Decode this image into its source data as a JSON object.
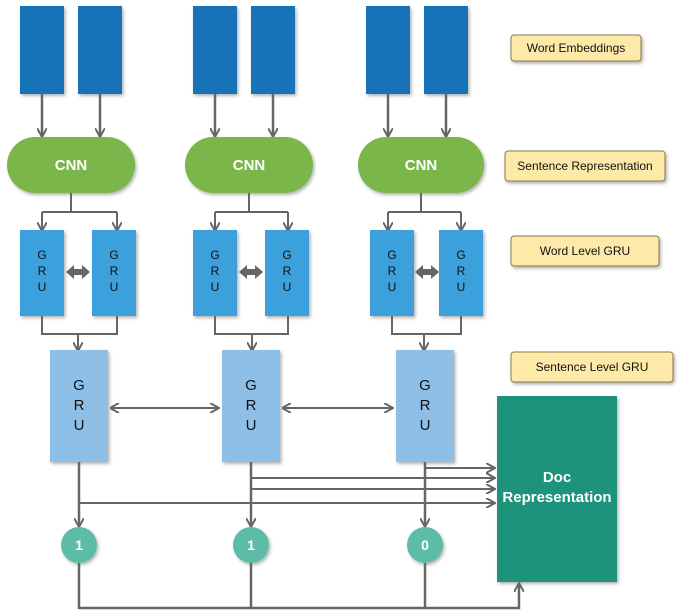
{
  "labels": {
    "word_embeddings": "Word Embeddings",
    "sentence_representation": "Sentence Representation",
    "word_level_gru": "Word Level GRU",
    "sentence_level_gru": "Sentence Level GRU"
  },
  "cnn_label": "CNN",
  "gru_letters": [
    "G",
    "R",
    "U"
  ],
  "doc": {
    "line1": "Doc",
    "line2": "Representation"
  },
  "outputs": [
    "1",
    "1",
    "0"
  ],
  "colors": {
    "embedding": "#1673b8",
    "cnn": "#7ab648",
    "word_gru": "#3aa0dc",
    "sentence_gru": "#8ebfe6",
    "doc": "#1c937a",
    "output": "#5bbca8",
    "label_bg": "#fdeaa8",
    "arrow": "#666666"
  }
}
